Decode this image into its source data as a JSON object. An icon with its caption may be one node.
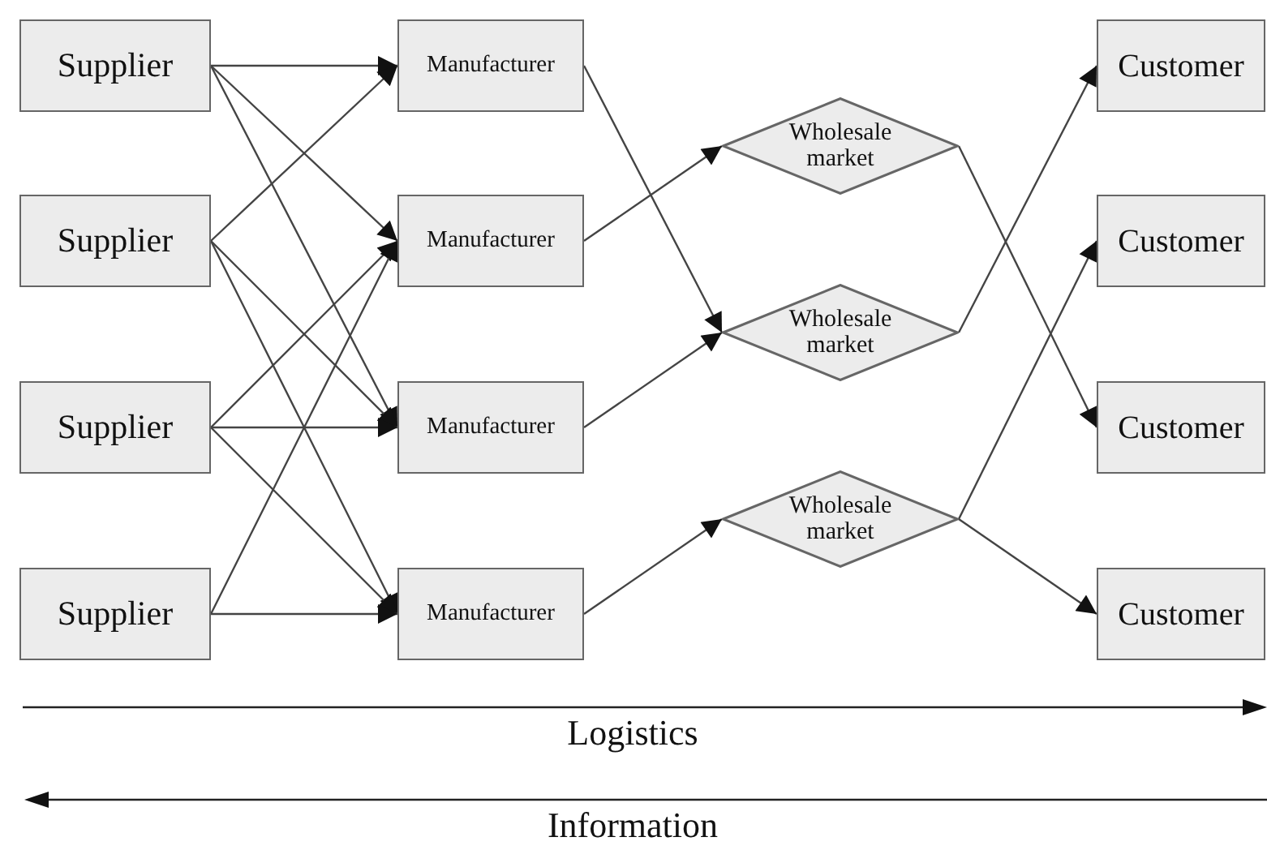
{
  "diagram": {
    "nodes": [
      {
        "text": [
          "Supplier"
        ]
      },
      {
        "text": [
          "Supplier"
        ]
      },
      {
        "text": [
          "Supplier"
        ]
      },
      {
        "text": [
          "Supplier"
        ]
      },
      {
        "text": [
          "Manufacturer"
        ]
      },
      {
        "text": [
          "Manufacturer"
        ]
      },
      {
        "text": [
          "Manufacturer"
        ]
      },
      {
        "text": [
          "Manufacturer"
        ]
      },
      {
        "text": [
          "Wholesale market"
        ]
      },
      {
        "text": [
          "Wholesale market"
        ]
      },
      {
        "text": [
          "Wholesale market"
        ]
      },
      {
        "text": [
          "Customer"
        ]
      },
      {
        "text": [
          "Customer"
        ]
      },
      {
        "text": [
          "Customer"
        ]
      },
      {
        "text": [
          "Customer"
        ]
      }
    ],
    "edges": [
      {
        "from": 0,
        "to": 4,
        "arrow": "to"
      },
      {
        "from": 0,
        "to": 5,
        "arrow": "to"
      },
      {
        "from": 0,
        "to": 6,
        "arrow": "to"
      },
      {
        "from": 1,
        "to": 4,
        "arrow": "to"
      },
      {
        "from": 1,
        "to": 6,
        "arrow": "to"
      },
      {
        "from": 1,
        "to": 7,
        "arrow": "to"
      },
      {
        "from": 2,
        "to": 5,
        "arrow": "to"
      },
      {
        "from": 2,
        "to": 6,
        "arrow": "to"
      },
      {
        "from": 2,
        "to": 7,
        "arrow": "to"
      },
      {
        "from": 3,
        "to": 5,
        "arrow": "to"
      },
      {
        "from": 3,
        "to": 7,
        "arrow": "to"
      },
      {
        "from": 4,
        "to": 9,
        "arrow": "to"
      },
      {
        "from": 5,
        "to": 8,
        "arrow": "to"
      },
      {
        "from": 6,
        "to": 9,
        "arrow": "to"
      },
      {
        "from": 7,
        "to": 10,
        "arrow": "to"
      },
      {
        "from": 8,
        "to": 13,
        "arrow": "to"
      },
      {
        "from": 9,
        "to": 11,
        "arrow": "to"
      },
      {
        "from": 10,
        "to": 12,
        "arrow": "to"
      },
      {
        "from": 10,
        "to": 14,
        "arrow": "to"
      }
    ],
    "labels": [
      "Logistics",
      "Information"
    ]
  }
}
